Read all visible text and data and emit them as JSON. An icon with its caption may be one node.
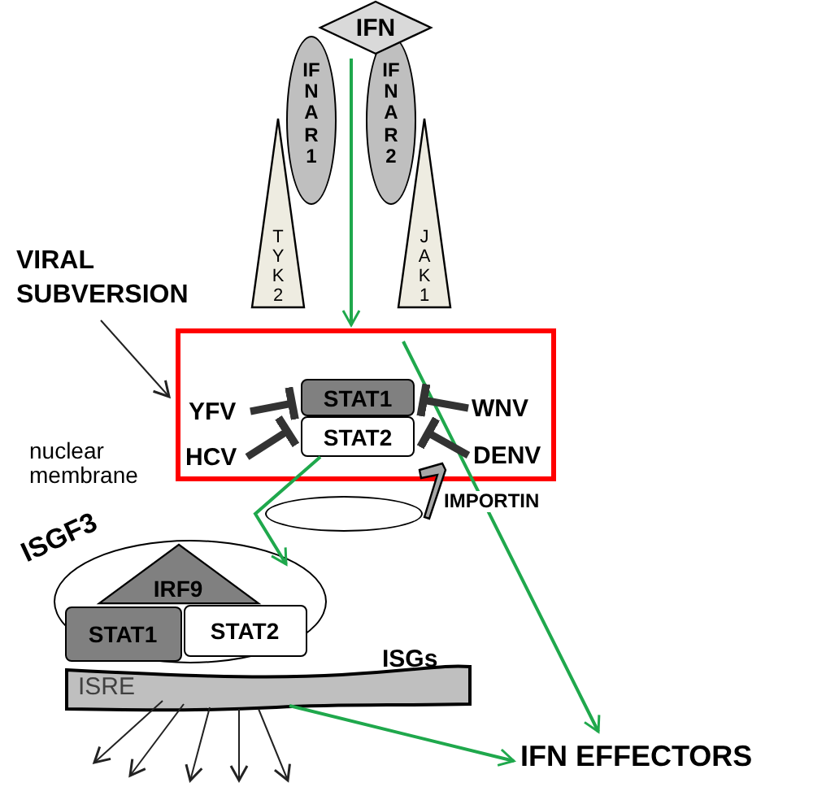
{
  "diagram": {
    "nodes": [
      {
        "text": [
          "IFN"
        ]
      },
      {
        "text": [
          "IFNAR1"
        ]
      },
      {
        "text": [
          "IFNAR2"
        ]
      },
      {
        "text": [
          "TYK2"
        ]
      },
      {
        "text": [
          "JAK1"
        ]
      },
      {
        "text": [],
        "shape": "box"
      },
      {
        "text": [
          "STAT1"
        ],
        "in": 5
      },
      {
        "text": [
          "STAT2"
        ],
        "in": 5
      },
      {
        "text": [
          "YFV"
        ],
        "in": 5
      },
      {
        "text": [
          "HCV"
        ],
        "in": 5
      },
      {
        "text": [
          "WNV"
        ],
        "in": 5
      },
      {
        "text": [
          "DENV"
        ],
        "in": 5
      },
      {
        "text": [
          "VIRAL SUBVERSION"
        ]
      },
      {
        "text": [],
        "shape": "ellipse"
      },
      {
        "text": [
          "ISGF3"
        ]
      },
      {
        "text": [
          "IRF9"
        ],
        "in": 14
      },
      {
        "text": [
          "STAT1"
        ],
        "in": 14
      },
      {
        "text": [
          "STAT2"
        ],
        "in": 14
      },
      {
        "text": [
          "ISRE"
        ],
        "beside": [
          "ISGs"
        ]
      },
      {
        "text": [
          "IFN EFFECTORS"
        ]
      },
      {
        "text": [],
        "shape": "picture"
      }
    ],
    "edges": [
      {
        "from": 0,
        "to": 5,
        "arrow": "to",
        "color": "#1fa84c"
      },
      {
        "from": 5,
        "to": 19,
        "arrow": "to",
        "color": "#1fa84c"
      },
      {
        "from": 7,
        "to": 14,
        "arrow": "to",
        "color": "#1fa84c"
      },
      {
        "from": 18,
        "to": 19,
        "arrow": "to",
        "color": "#1fa84c"
      },
      {
        "from": 12,
        "to": 5,
        "arrow": "to"
      },
      {
        "from": 8,
        "to": 6,
        "arrow": "other",
        "style": "thick"
      },
      {
        "from": 9,
        "to": 7,
        "arrow": "other",
        "style": "thick"
      },
      {
        "from": 10,
        "to": 6,
        "arrow": "other",
        "style": "thick"
      },
      {
        "from": 11,
        "to": 7,
        "arrow": "other",
        "style": "thick"
      },
      {
        "from": 18,
        "to": null,
        "arrow": "to"
      },
      {
        "from": 18,
        "to": null,
        "arrow": "to"
      },
      {
        "from": 18,
        "to": null,
        "arrow": "to"
      },
      {
        "from": 18,
        "to": null,
        "arrow": "to"
      },
      {
        "from": 18,
        "to": null,
        "arrow": "to"
      }
    ],
    "labels": [
      "nuclear membrane",
      "IMPORTIN"
    ]
  }
}
